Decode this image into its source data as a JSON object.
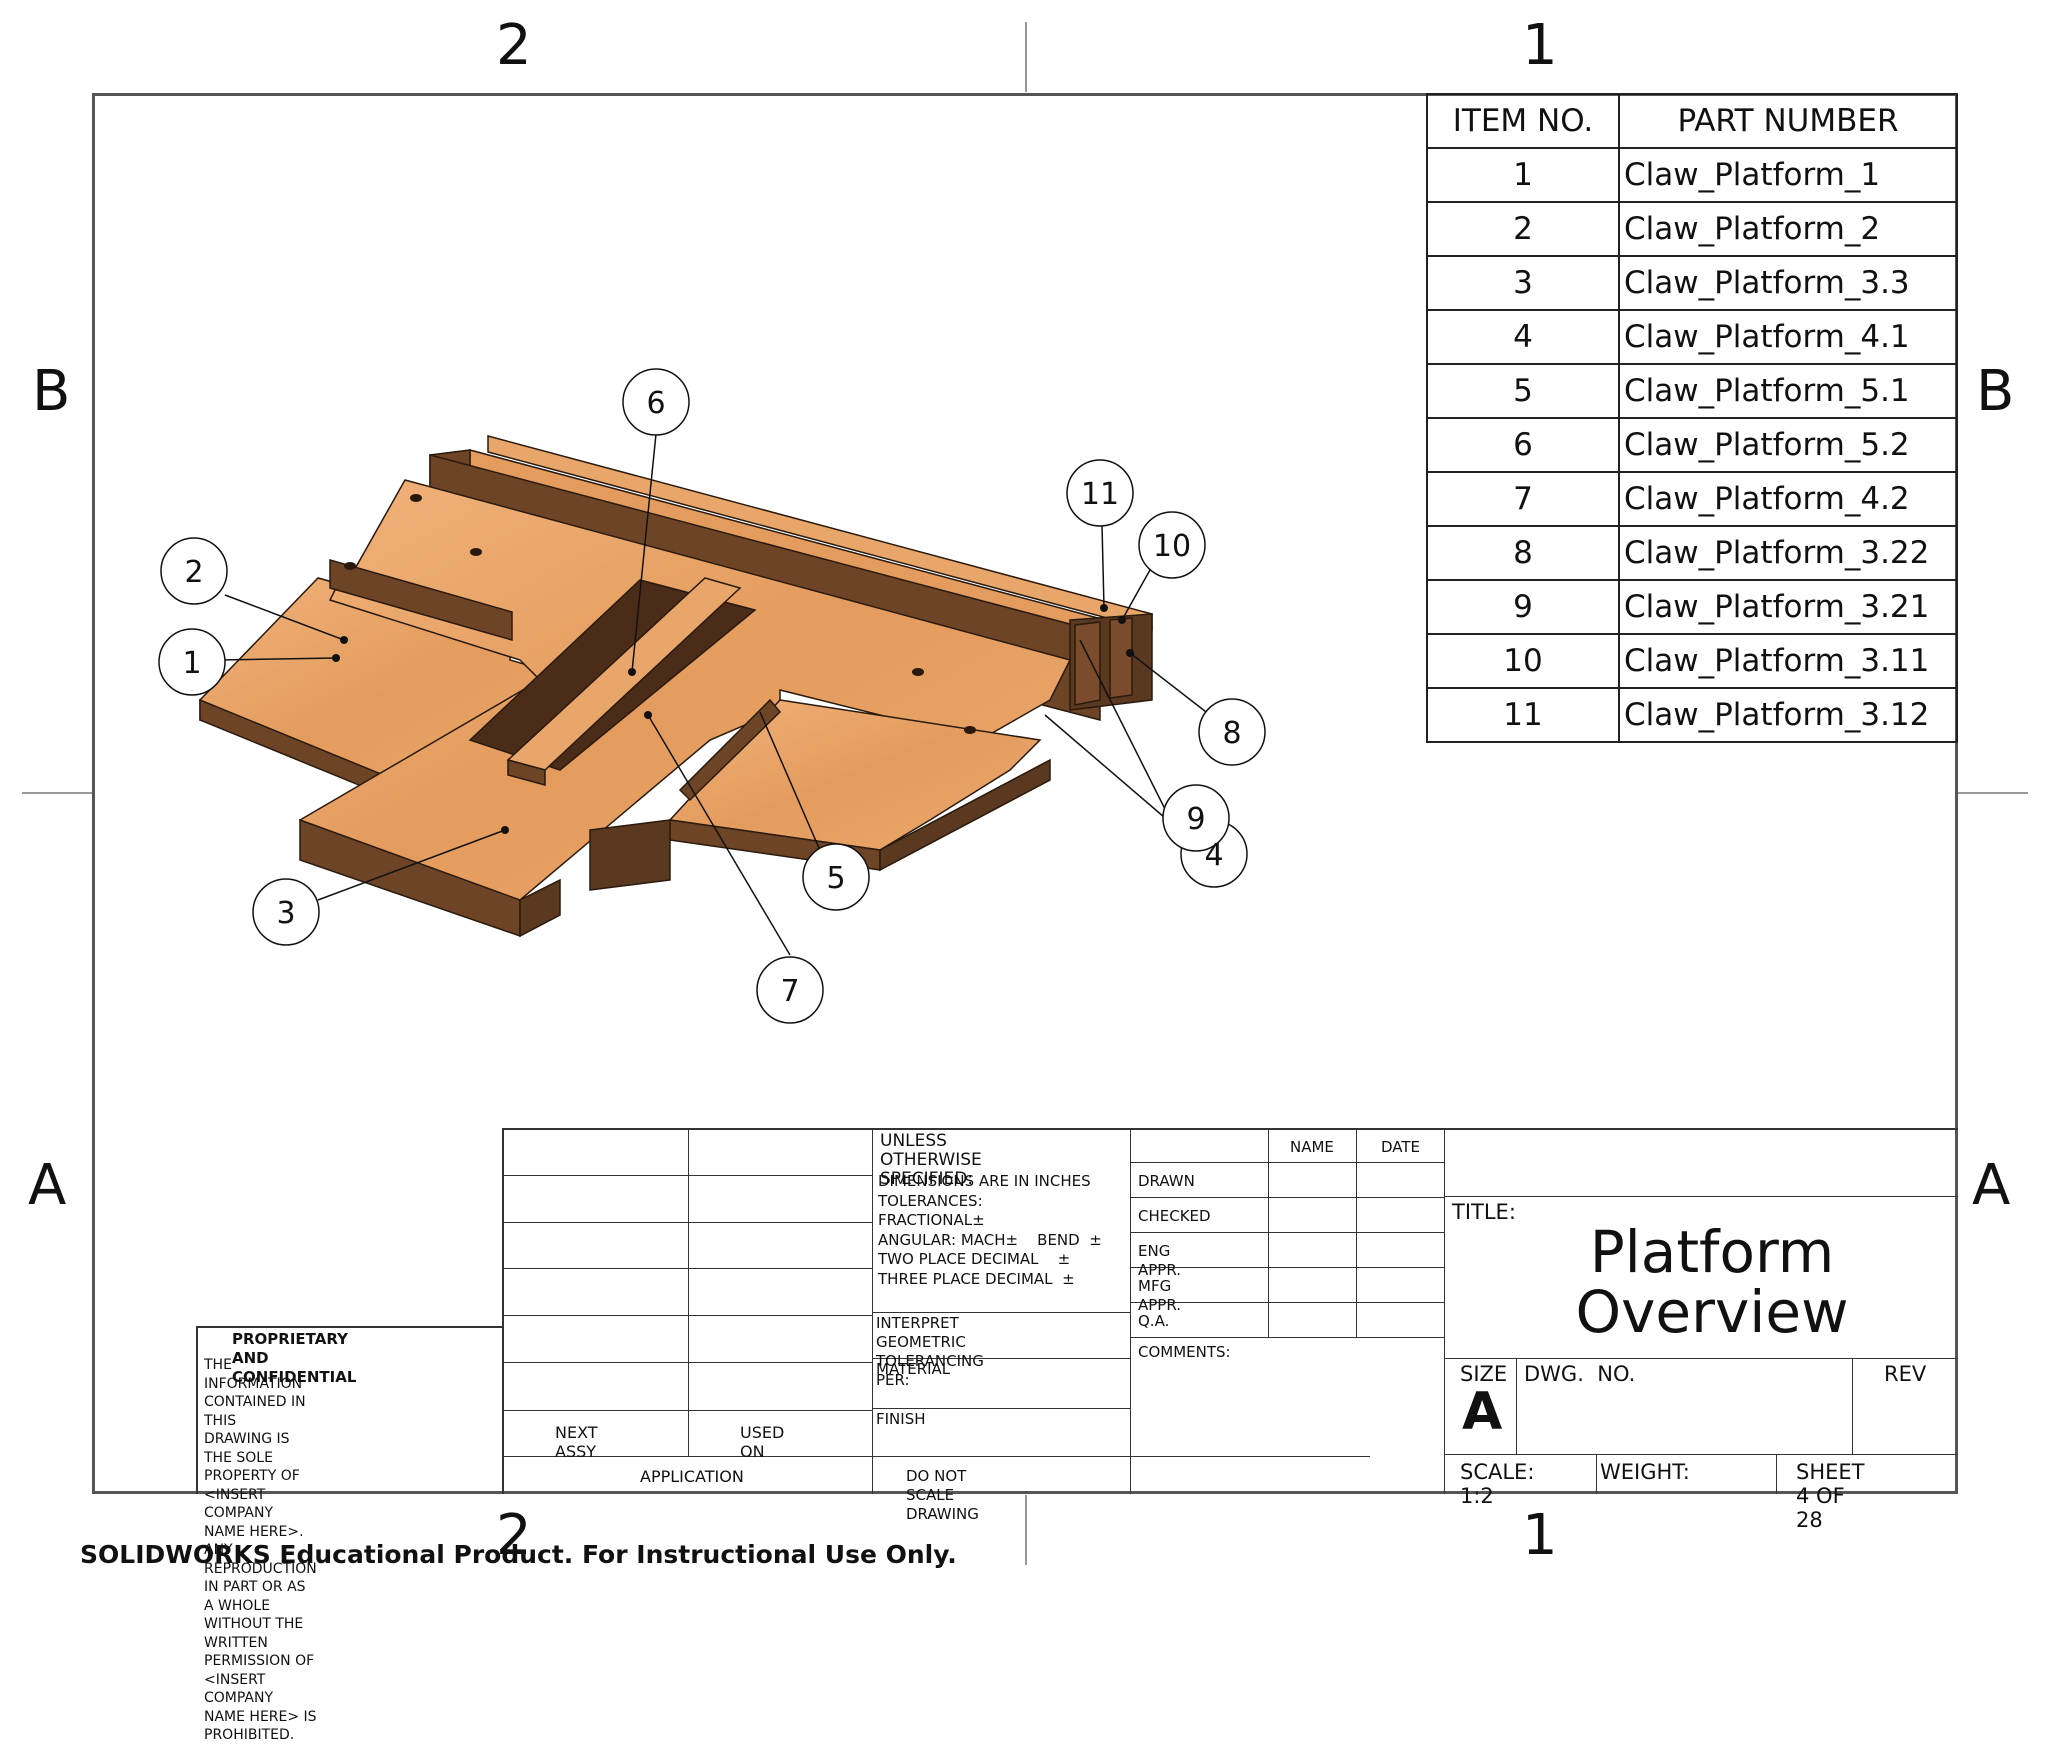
{
  "zones": {
    "top": [
      "2",
      "1"
    ],
    "bottom": [
      "2",
      "1"
    ],
    "left": [
      "B",
      "A"
    ],
    "right": [
      "B",
      "A"
    ]
  },
  "bom": {
    "headers": [
      "ITEM NO.",
      "PART NUMBER"
    ],
    "rows": [
      {
        "item": "1",
        "part": "Claw_Platform_1"
      },
      {
        "item": "2",
        "part": "Claw_Platform_2"
      },
      {
        "item": "3",
        "part": "Claw_Platform_3.3"
      },
      {
        "item": "4",
        "part": "Claw_Platform_4.1"
      },
      {
        "item": "5",
        "part": "Claw_Platform_5.1"
      },
      {
        "item": "6",
        "part": "Claw_Platform_5.2"
      },
      {
        "item": "7",
        "part": "Claw_Platform_4.2"
      },
      {
        "item": "8",
        "part": "Claw_Platform_3.22"
      },
      {
        "item": "9",
        "part": "Claw_Platform_3.21"
      },
      {
        "item": "10",
        "part": "Claw_Platform_3.11"
      },
      {
        "item": "11",
        "part": "Claw_Platform_3.12"
      }
    ]
  },
  "balloons": [
    "1",
    "2",
    "3",
    "4",
    "5",
    "6",
    "7",
    "8",
    "9",
    "10",
    "11"
  ],
  "colors": {
    "wood_top": "#e9a66b",
    "wood_side": "#6e4427",
    "wood_dark": "#4a2c18"
  },
  "title_block": {
    "proprietary_title": "PROPRIETARY AND CONFIDENTIAL",
    "proprietary_text": [
      "THE INFORMATION CONTAINED IN THIS",
      "DRAWING IS THE SOLE PROPERTY OF",
      "<INSERT COMPANY NAME HERE>.  ANY",
      "REPRODUCTION IN PART OR AS A WHOLE",
      "WITHOUT THE WRITTEN PERMISSION OF",
      "<INSERT COMPANY NAME HERE> IS",
      "PROHIBITED."
    ],
    "next_assy": "NEXT ASSY",
    "used_on": "USED ON",
    "application": "APPLICATION",
    "unless": "UNLESS OTHERWISE SPECIFIED:",
    "tolerances": [
      "DIMENSIONS ARE IN INCHES",
      "TOLERANCES:",
      "FRACTIONAL±",
      "ANGULAR: MACH±    BEND  ±",
      "TWO PLACE DECIMAL    ±",
      "THREE PLACE DECIMAL  ±"
    ],
    "interpret": [
      "INTERPRET GEOMETRIC",
      "TOLERANCING PER:"
    ],
    "material": "MATERIAL",
    "finish": "FINISH",
    "do_not_scale": "DO NOT SCALE DRAWING",
    "name": "NAME",
    "date": "DATE",
    "drawn": "DRAWN",
    "checked": "CHECKED",
    "eng_appr": "ENG APPR.",
    "mfg_appr": "MFG APPR.",
    "qa": "Q.A.",
    "comments": "COMMENTS:",
    "title_label": "TITLE:",
    "title_line1": "Platform",
    "title_line2": "Overview",
    "size_label": "SIZE",
    "size_value": "A",
    "dwg_no": "DWG.  NO.",
    "rev": "REV",
    "scale": "SCALE: 1:2",
    "weight": "WEIGHT:",
    "sheet": "SHEET 4 OF 28"
  },
  "watermark": "SOLIDWORKS Educational Product. For Instructional Use Only."
}
